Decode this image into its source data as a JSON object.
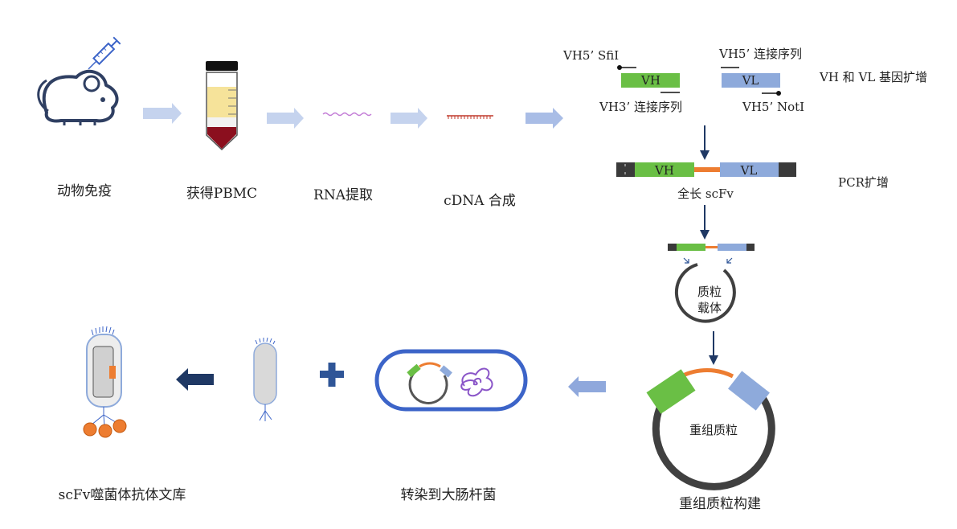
{
  "steps": {
    "immunize": "动物免疫",
    "pbmc": "获得PBMC",
    "rna": "RNA提取",
    "cdna": "cDNA 合成",
    "vh_vl_amp": "VH 和 VL 基因扩增",
    "pcr_amp": "PCR扩增",
    "full_scfv": "全长 scFv",
    "vector": [
      "质粒",
      "载体"
    ],
    "recombinant": "重组质粒",
    "recombinant_build": "重组质粒构建",
    "transform": "转染到大肠杆菌",
    "library": "scFv噬菌体抗体文库"
  },
  "primers": {
    "vh5_sfi": "VH5’ SfiI",
    "vh3_linker": "VH3’ 连接序列",
    "vh5_linker": "VH5’ 连接序列",
    "vh5_not": "VH5’ NotI"
  },
  "segments": {
    "vh": "VH",
    "vl": "VL"
  },
  "colors": {
    "flow_arrow": "#c5d3ee",
    "flow_arrow_dark": "#8fa8dc",
    "vh_green": "#6abf45",
    "vl_blue": "#8eaadb",
    "linker_orange": "#ed7d31",
    "navy": "#1f3864",
    "plus_blue": "#2f5597",
    "ecoli_outline": "#3c64c8",
    "plasmid_ring": "#595959",
    "bacteria_fill": "#d9d9d9",
    "bacteria_outline": "#8eaadb"
  }
}
